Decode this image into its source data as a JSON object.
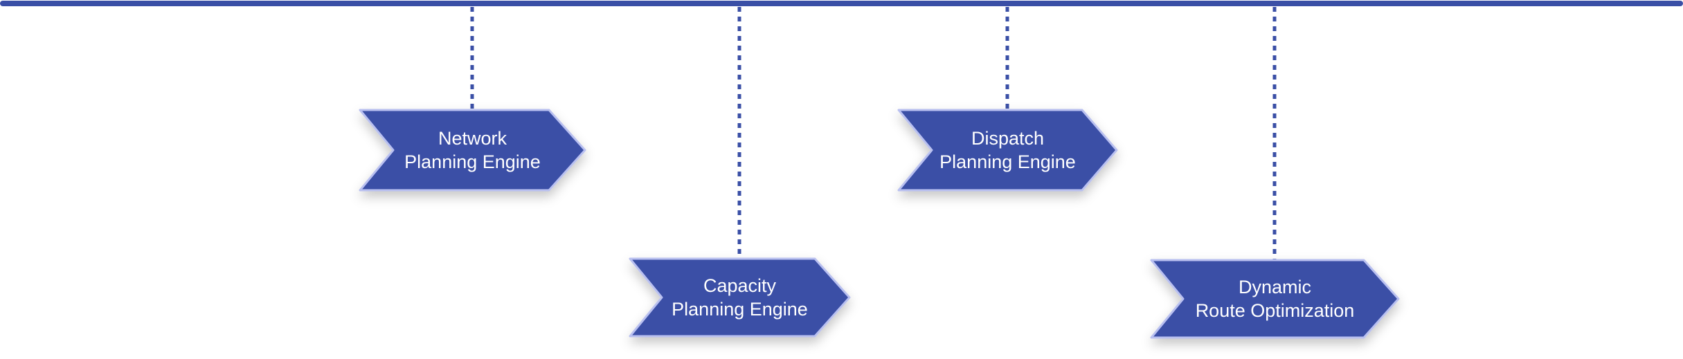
{
  "colors": {
    "primary": "#3a4fa6",
    "outline": "#b9c0f0",
    "label_text": "#ffffff",
    "background": "#ffffff"
  },
  "timeline": {
    "steps": [
      {
        "line1": "Network",
        "line2": "Planning Engine",
        "row": "upper"
      },
      {
        "line1": "Capacity",
        "line2": "Planning Engine",
        "row": "lower"
      },
      {
        "line1": "Dispatch",
        "line2": "Planning Engine",
        "row": "upper"
      },
      {
        "line1": "Dynamic",
        "line2": "Route Optimization",
        "row": "lower"
      }
    ]
  }
}
